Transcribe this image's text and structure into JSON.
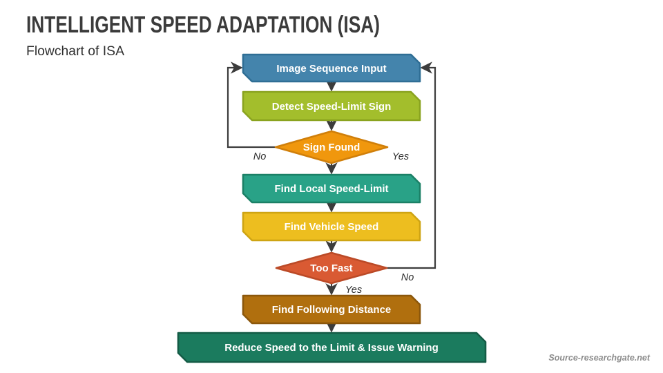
{
  "slide": {
    "title": "INTELLIGENT SPEED ADAPTATION (ISA)",
    "subtitle": "Flowchart of ISA",
    "source_credit": "Source-researchgate.net"
  },
  "colors": {
    "connector": "#3C3C3C",
    "title_text": "#3B3B3B",
    "subtitle_text": "#303030",
    "source_text": "#8C8C8C",
    "branch_label_text": "#2E2E2E",
    "node_label_text": "#FFFFFF"
  },
  "flowchart": {
    "nodes": [
      {
        "label": "Image Sequence Input",
        "shape": "process",
        "fill": "#4484AC",
        "stroke": "#2F6E95"
      },
      {
        "label": "Detect Speed-Limit Sign",
        "shape": "process",
        "fill": "#A3BE2C",
        "stroke": "#8AA31F"
      },
      {
        "label": "Sign Found",
        "shape": "decision",
        "fill": "#F0970D",
        "stroke": "#D07F0A"
      },
      {
        "label": "Find Local Speed-Limit",
        "shape": "process",
        "fill": "#29A287",
        "stroke": "#1B8066"
      },
      {
        "label": "Find Vehicle Speed",
        "shape": "process",
        "fill": "#EDBE1F",
        "stroke": "#CEA413"
      },
      {
        "label": "Too Fast",
        "shape": "decision",
        "fill": "#D95A33",
        "stroke": "#BB4A27"
      },
      {
        "label": "Find Following Distance",
        "shape": "process",
        "fill": "#B06F0E",
        "stroke": "#8B570B"
      },
      {
        "label": "Reduce Speed to the Limit & Issue Warning",
        "shape": "process",
        "fill": "#1B7B5E",
        "stroke": "#145C46"
      }
    ],
    "branch_labels": {
      "sign_found_no": "No",
      "sign_found_yes": "Yes",
      "too_fast_no": "No",
      "too_fast_yes": "Yes"
    }
  }
}
